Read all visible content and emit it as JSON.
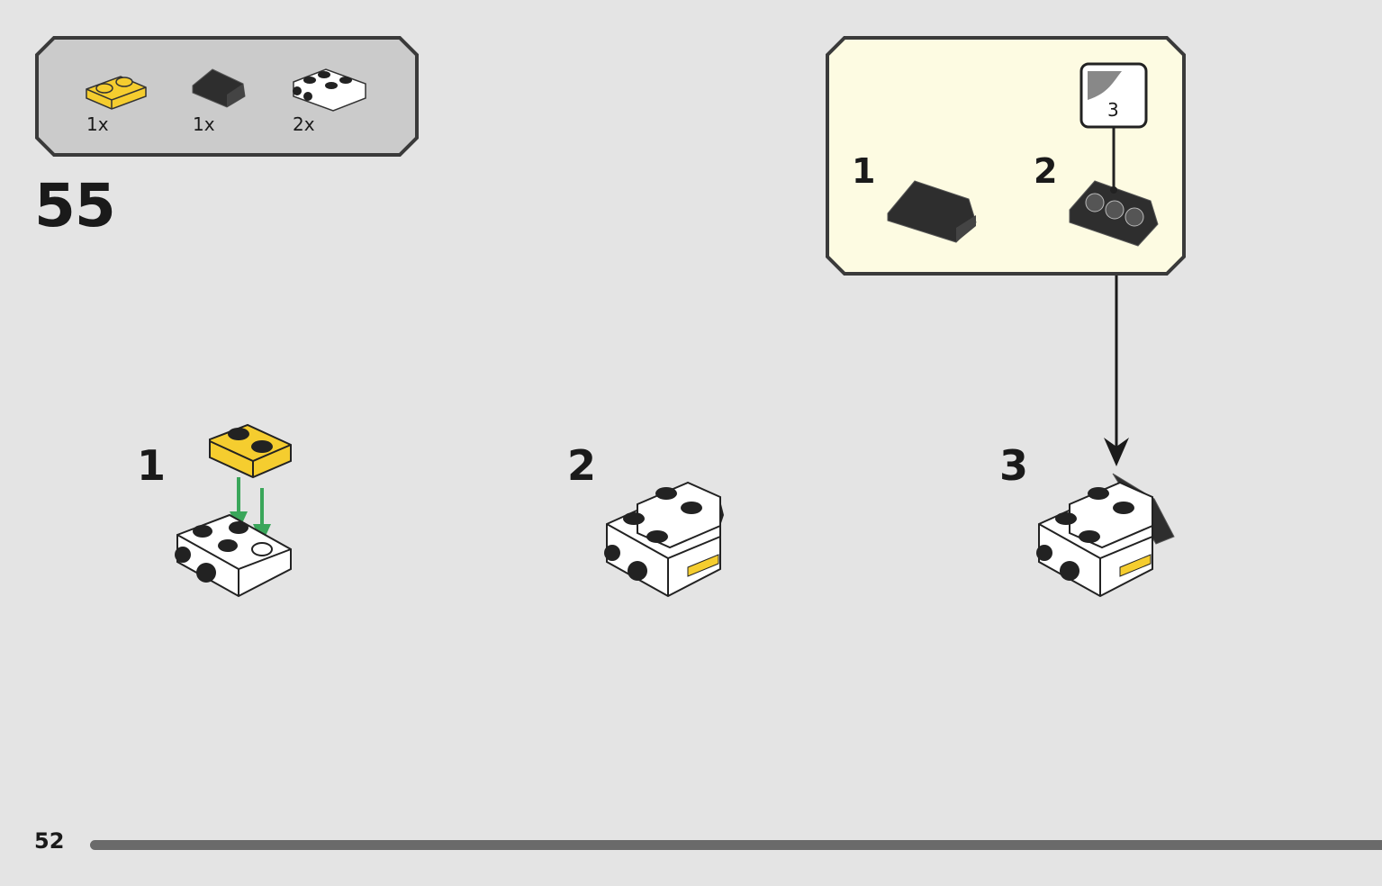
{
  "parts_list": [
    {
      "name": "yellow-plate-1x2",
      "qty": "1x"
    },
    {
      "name": "black-slope",
      "qty": "1x"
    },
    {
      "name": "white-bracket-plate",
      "qty": "2x"
    }
  ],
  "step_number": "55",
  "sub_steps": [
    "1",
    "2",
    "3"
  ],
  "callout": {
    "steps": [
      "1",
      "2"
    ],
    "sticker_number": "3",
    "background": "#fdfbe2"
  },
  "page_number": "52",
  "colors": {
    "yellow": "#f5cd2f",
    "black": "#2a2a2a",
    "white": "#ffffff",
    "green_arrow": "#3aa65a",
    "parts_box": "#cbcbcb"
  }
}
